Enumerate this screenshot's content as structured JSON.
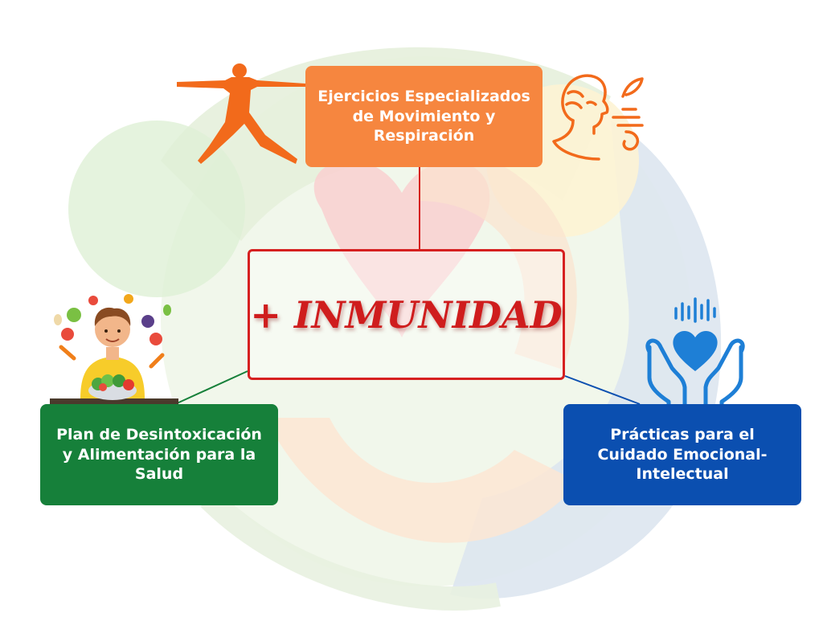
{
  "center": {
    "title": "+ INMUNIDAD"
  },
  "boxes": {
    "top": {
      "lines": [
        "Ejercicios Especializados",
        "de Movimiento y",
        "Respiración"
      ]
    },
    "left": {
      "lines": [
        "Plan de Desintoxicación",
        "y Alimentación para la",
        "Salud"
      ]
    },
    "right": {
      "lines": [
        "Prácticas para el",
        "Cuidado Emocional-",
        "Intelectual"
      ]
    }
  },
  "icons": {
    "yoga": "yoga-pose-icon",
    "breathing": "breathing-head-icon",
    "food": "healthy-eating-person-icon",
    "care": "heart-in-hands-icon"
  },
  "colors": {
    "top_box": "#f6863f",
    "left_box": "#16803a",
    "right_box": "#0b4fb0",
    "center_border": "#d62020",
    "center_text": "#cf1d1d"
  }
}
